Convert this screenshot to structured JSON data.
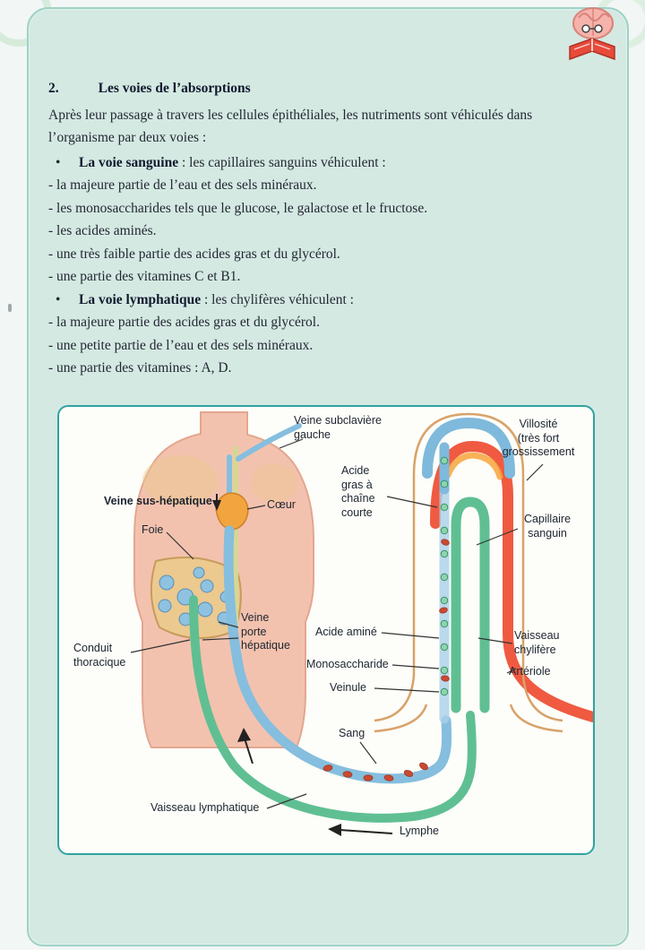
{
  "page": {
    "section_number": "2.",
    "section_title": "Les voies de l’absorptions",
    "intro": "Après leur passage à travers les cellules épithéliales, les nutriments sont véhiculés dans l’organisme par deux voies :",
    "bullet_glyph": "•",
    "voies": [
      {
        "label": "La voie sanguine",
        "suffix": " : les capillaires sanguins véhiculent :",
        "items": [
          "- la majeure partie de l’eau et des sels minéraux.",
          "- les monosaccharides tels que le glucose, le galactose et le fructose.",
          "- les acides aminés.",
          "- une très faible partie des acides gras et du glycérol.",
          "- une partie des vitamines C et B1."
        ]
      },
      {
        "label": "La voie lymphatique",
        "suffix": " : les chylifères véhiculent :",
        "items": [
          "- la majeure partie des acides gras et du glycérol.",
          "- une petite partie de l’eau et des sels minéraux.",
          "- une partie des vitamines : A, D."
        ]
      }
    ]
  },
  "diagram": {
    "labels": {
      "veine_subclaviere": "Veine subclavière\ngauche",
      "villosite": "Villosité\n(très fort\ngrossissement",
      "acide_gras": "Acide\ngras à\nchaîne\ncourte",
      "capillaire_sanguin": "Capillaire\nsanguin",
      "veine_sus_hepatique": "Veine sus-hépatique",
      "coeur": "Cœur",
      "foie": "Foie",
      "veine_porte": "Veine\nporte\nhépatique",
      "conduit_thoracique": "Conduit\nthoracique",
      "acide_amine": "Acide aminé",
      "monosaccharide": "Monosaccharide",
      "veinule": "Veinule",
      "vaisseau_chylifere": "Vaisseau\nchylifère",
      "arteriole": "Artériole",
      "sang": "Sang",
      "vaisseau_lymphatique": "Vaisseau lymphatique",
      "lymphe": "Lymphe"
    },
    "colors": {
      "vein_blue": "#7fb9dc",
      "lymph_green": "#5fbf93",
      "artery_red": "#ef5a41",
      "organ_tan": "#ecc98f",
      "body_pink": "#f3c2ae",
      "border_teal": "#2fa3a0"
    }
  }
}
